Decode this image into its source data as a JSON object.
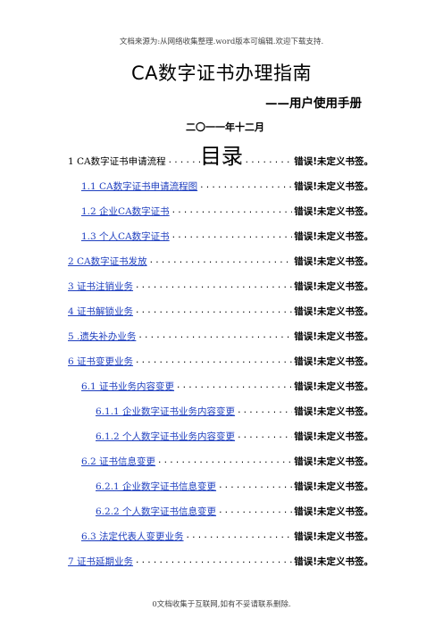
{
  "header_note": "文档来源为:从网络收集整理.word版本可编辑.欢迎下载支持.",
  "title": "CA数字证书办理指南",
  "subtitle": "——用户使用手册",
  "date": "二〇一一年十二月",
  "toc_title": "目录",
  "error_text": "错误!未定义书签。",
  "toc": [
    {
      "label": "1  CA数字证书申请流程",
      "link": false
    },
    {
      "label": "1.1 CA数字证书申请流程图",
      "link": true
    },
    {
      "label": "1.2 企业CA数字证书",
      "link": true
    },
    {
      "label": "1.3 个人CA数字证书",
      "link": true
    },
    {
      "label": "2  CA数字证书发放",
      "link": true
    },
    {
      "label": "3  证书注销业务",
      "link": true
    },
    {
      "label": "4  证书解锁业务",
      "link": true
    },
    {
      "label": "5 .遗失补办业务",
      "link": true
    },
    {
      "label": "6  证书变更业务",
      "link": true
    },
    {
      "label": "6.1  证书业务内容变更",
      "link": true
    },
    {
      "label": "6.1.1 企业数字证书业务内容变更",
      "link": true
    },
    {
      "label": "6.1.2  个人数字证书业务内容变更",
      "link": true
    },
    {
      "label": "6.2  证书信息变更",
      "link": true
    },
    {
      "label": "6.2.1 企业数字证书信息变更",
      "link": true
    },
    {
      "label": "6.2.2 个人数字证书信息变更",
      "link": true
    },
    {
      "label": "6.3 法定代表人变更业务",
      "link": true
    },
    {
      "label": "7  证书延期业务",
      "link": true
    }
  ],
  "footer_note": "0文档收集于互联网,如有不妥请联系删除."
}
